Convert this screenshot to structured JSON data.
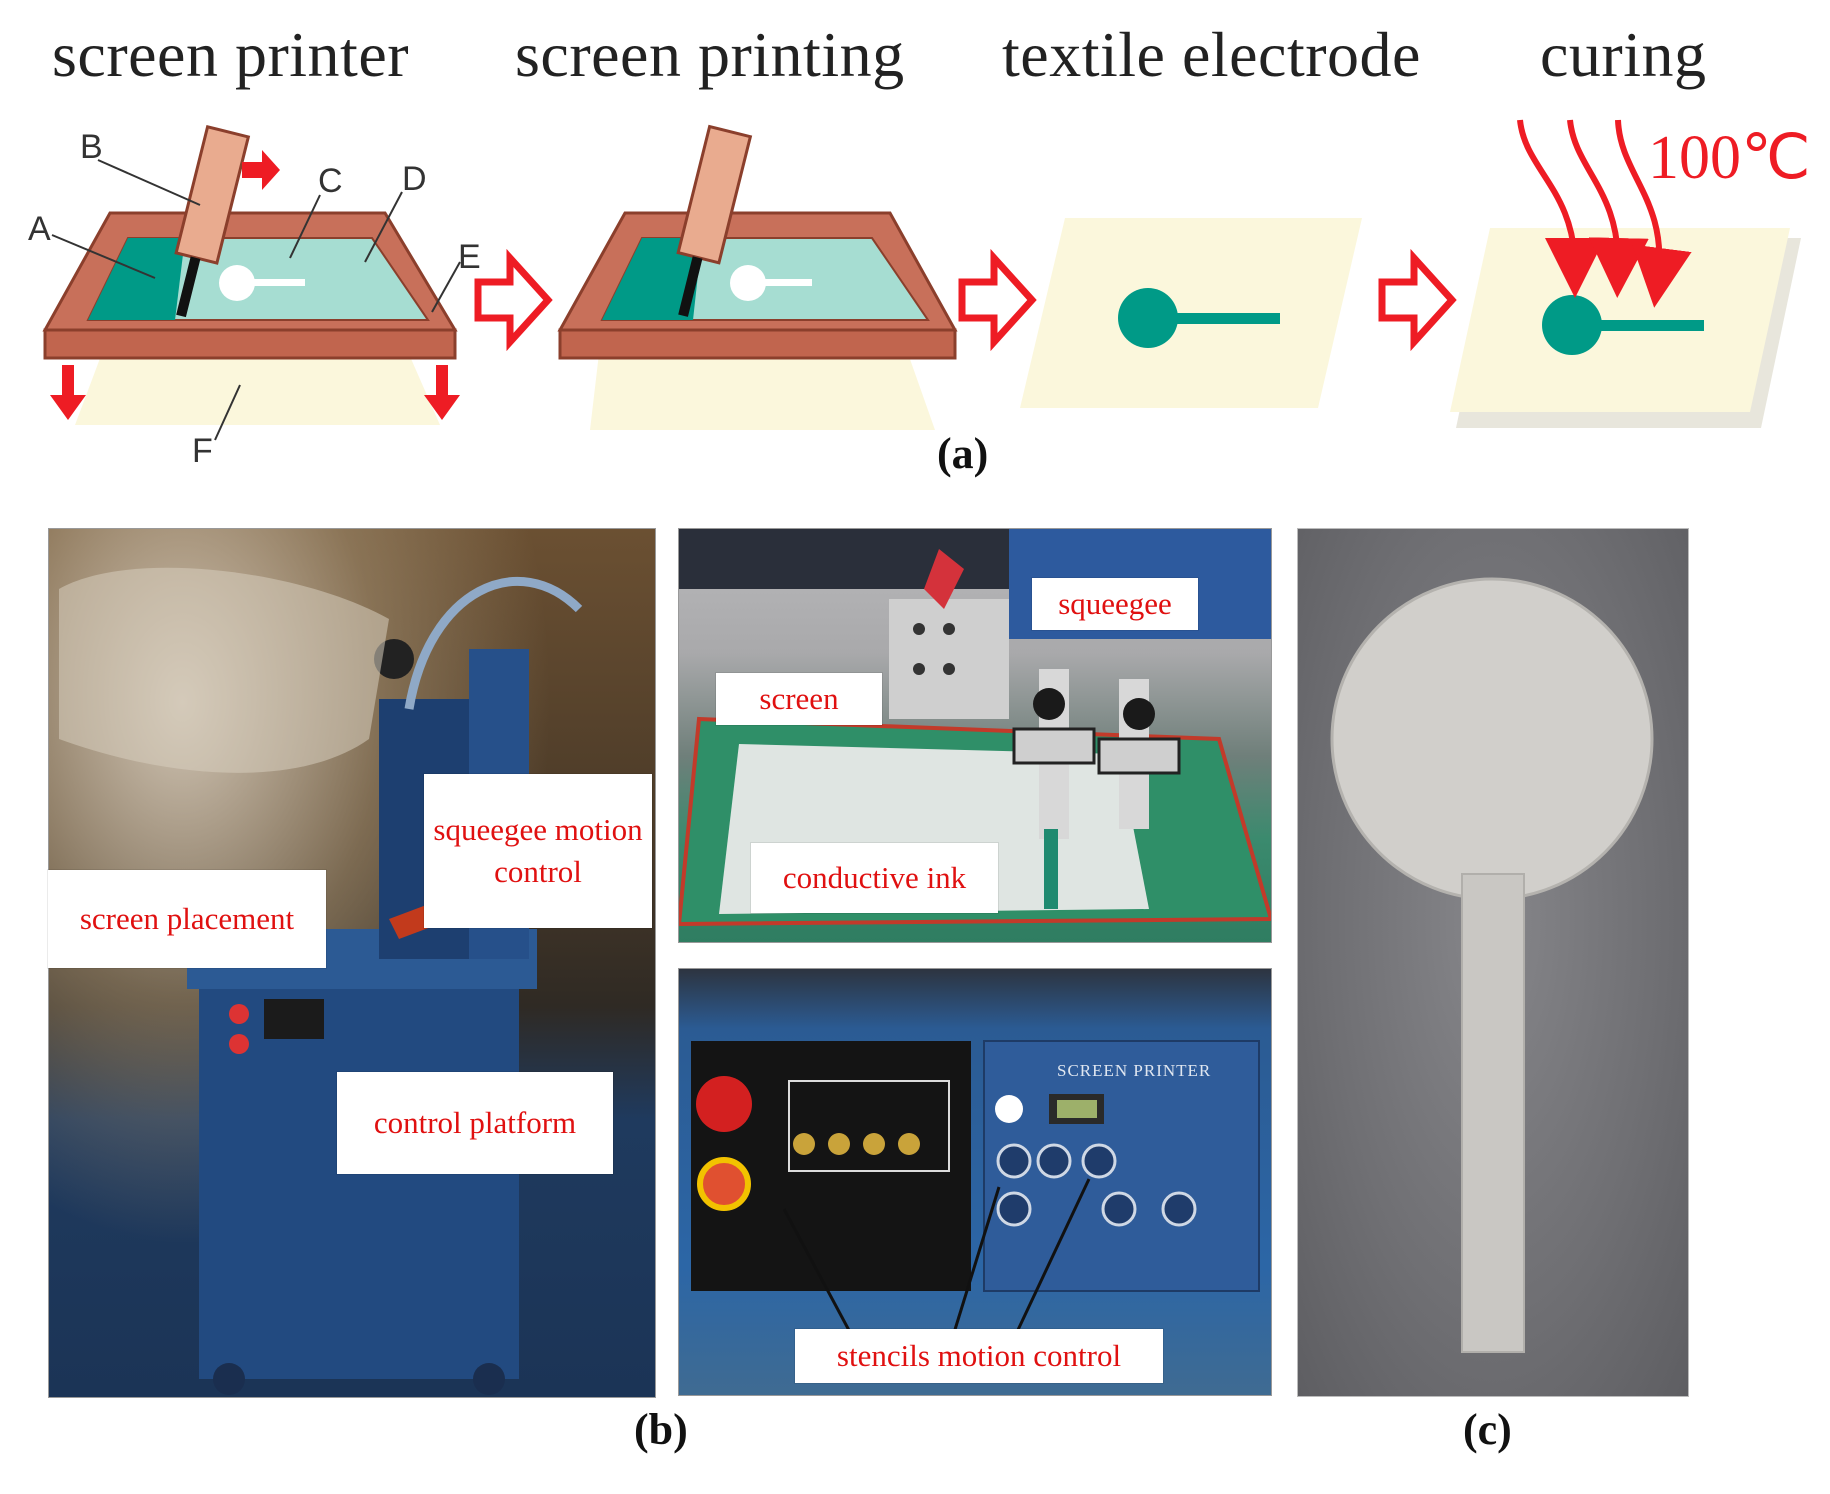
{
  "steps": [
    {
      "title": "screen printer"
    },
    {
      "title": "screen printing"
    },
    {
      "title": "textile electrode"
    },
    {
      "title": "curing"
    }
  ],
  "printer_parts": [
    "A",
    "B",
    "C",
    "D",
    "E",
    "F"
  ],
  "curing_temperature": "100℃",
  "panel_labels": {
    "a": "(a)",
    "b": "(b)",
    "c": "(c)"
  },
  "photo_b_left": {
    "callouts": {
      "squeegee_motion_control": "squeegee motion control",
      "screen_placement": "screen placement",
      "control_platform": "control platform"
    }
  },
  "photo_b_top": {
    "callouts": {
      "squeegee": "squeegee",
      "screen": "screen",
      "conductive_ink": "conductive ink"
    }
  },
  "photo_b_bottom": {
    "panel_text": "SCREEN PRINTER",
    "callouts": {
      "stencils_motion_control": "stencils motion control"
    }
  },
  "colors": {
    "frame": "#c8705a",
    "ink": "#009a87",
    "mesh": "#a6ddd2",
    "textile": "#fbf7dc",
    "arrow_red": "#ee1c24",
    "callout_text": "#e01010"
  }
}
